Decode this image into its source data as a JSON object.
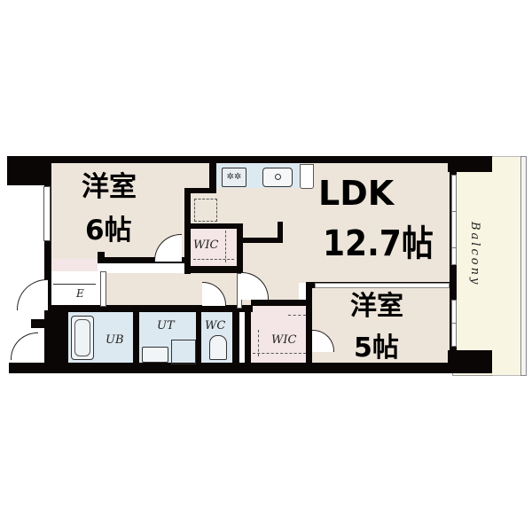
{
  "floor_plan": {
    "rooms": {
      "western_room_1": {
        "label_line1": "洋室",
        "label_line2": "6帖"
      },
      "ldk": {
        "label_line1": "LDK",
        "label_line2": "12.7帖"
      },
      "western_room_2": {
        "label_line1": "洋室",
        "label_line2": "5帖"
      },
      "wic_1": {
        "label": "WIC"
      },
      "wic_2": {
        "label": "WIC"
      },
      "entrance": {
        "label": "E"
      },
      "unit_bath": {
        "label": "UB"
      },
      "utility": {
        "label": "UT"
      },
      "toilet": {
        "label": "WC"
      },
      "balcony": {
        "label": "Balcony"
      }
    },
    "colors": {
      "wall": "#0b0606",
      "floor": "#ede5da",
      "wet_area": "#dde9f0",
      "closet": "#f4e6e6",
      "balcony": "#f8f6e3"
    }
  }
}
